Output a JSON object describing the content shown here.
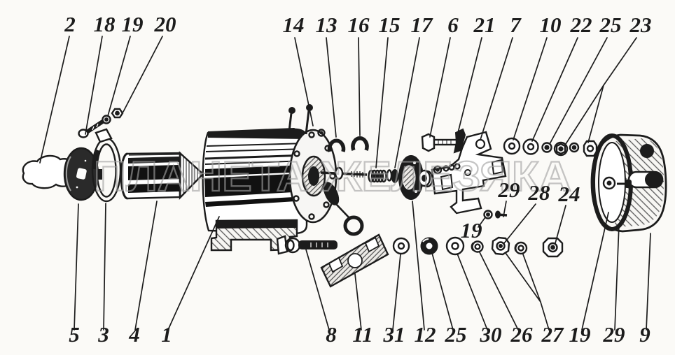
{
  "palette": {
    "ink": "#1c1c1c",
    "paper": "#fbfaf7",
    "wm": "#a3a3a3"
  },
  "watermark": {
    "text": "ПЛАНЕТА ЖЕЛЕЗЯКА"
  },
  "callouts": [
    {
      "text": "2"
    },
    {
      "text": "18"
    },
    {
      "text": "19"
    },
    {
      "text": "20"
    },
    {
      "text": "14"
    },
    {
      "text": "13"
    },
    {
      "text": "16"
    },
    {
      "text": "15"
    },
    {
      "text": "17"
    },
    {
      "text": "6"
    },
    {
      "text": "21"
    },
    {
      "text": "7"
    },
    {
      "text": "10"
    },
    {
      "text": "22"
    },
    {
      "text": "25"
    },
    {
      "text": "23"
    },
    {
      "text": "29"
    },
    {
      "text": "28"
    },
    {
      "text": "24"
    },
    {
      "text": "19"
    },
    {
      "text": "5"
    },
    {
      "text": "3"
    },
    {
      "text": "4"
    },
    {
      "text": "1"
    },
    {
      "text": "8"
    },
    {
      "text": "11"
    },
    {
      "text": "31"
    },
    {
      "text": "12"
    },
    {
      "text": "25"
    },
    {
      "text": "30"
    },
    {
      "text": "26"
    },
    {
      "text": "27"
    },
    {
      "text": "19"
    },
    {
      "text": "29"
    },
    {
      "text": "9"
    }
  ]
}
